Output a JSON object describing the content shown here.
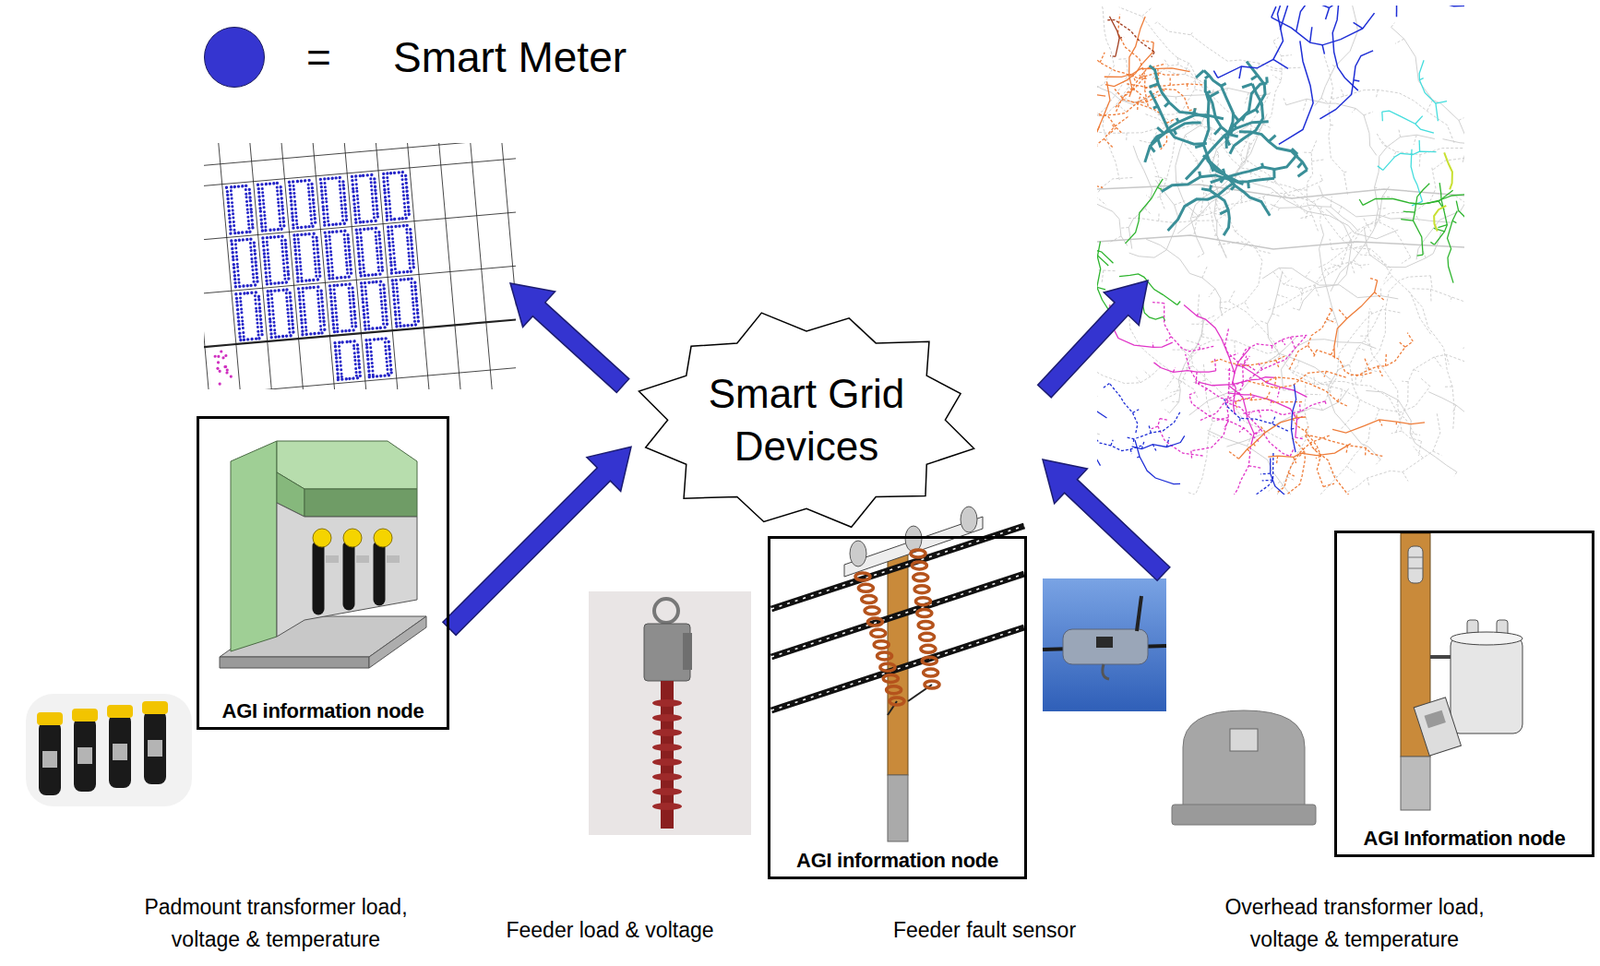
{
  "diagram": {
    "nodes": [
      {
        "text": [
          "Smart Grid Devices"
        ]
      },
      {
        "text": [
          "AGI information node"
        ]
      },
      {
        "text": [
          "AGI information node"
        ]
      },
      {
        "text": [
          "AGI Information node"
        ]
      }
    ],
    "edges": [
      {
        "from": 1,
        "to": 0,
        "arrow": "to"
      }
    ],
    "labels": [
      "=",
      "Padmount transformer load, voltage & temperature",
      "Feeder load & voltage",
      "Feeder fault sensor",
      "Overhead transformer load, voltage & temperature"
    ],
    "legend": [
      {
        "text": "Smart Meter",
        "color": "#3535d0"
      }
    ]
  }
}
